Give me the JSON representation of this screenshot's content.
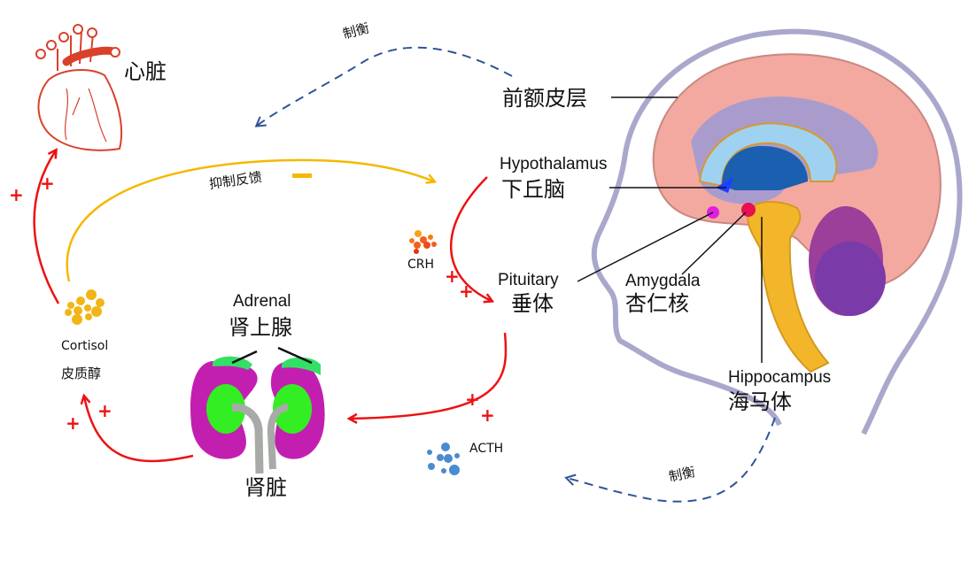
{
  "title": "HPA axis diagram",
  "labels": {
    "heart": "心脏",
    "prefrontal": "前额皮层",
    "hypothalamus_en": "Hypothalamus",
    "hypothalamus_zh": "下丘脑",
    "pituitary_en": "Pituitary",
    "pituitary_zh": "垂体",
    "amygdala_en": "Amygdala",
    "amygdala_zh": "杏仁核",
    "hippocampus_en": "Hippocampus",
    "hippocampus_zh": "海马体",
    "adrenal_en": "Adrenal",
    "adrenal_zh": "肾上腺",
    "kidney": "肾脏",
    "cortisol_en": "Cortisol",
    "cortisol_zh": "皮质醇",
    "crh": "CRH",
    "acth": "ACTH",
    "balance_top": "制衡",
    "balance_bottom": "制衡",
    "negative_feedback": "抑制反馈",
    "plus": "+"
  },
  "colors": {
    "stimulate": "#ee1111",
    "feedback": "#f5b800",
    "balance": "#2f5597",
    "heart": "#d9412b",
    "kidney": "#c21fb0",
    "kidney_inner": "#33ee22",
    "adrenal": "#33e066",
    "head_outline": "#a9a8cc",
    "cortex": "#f3a9a0"
  }
}
